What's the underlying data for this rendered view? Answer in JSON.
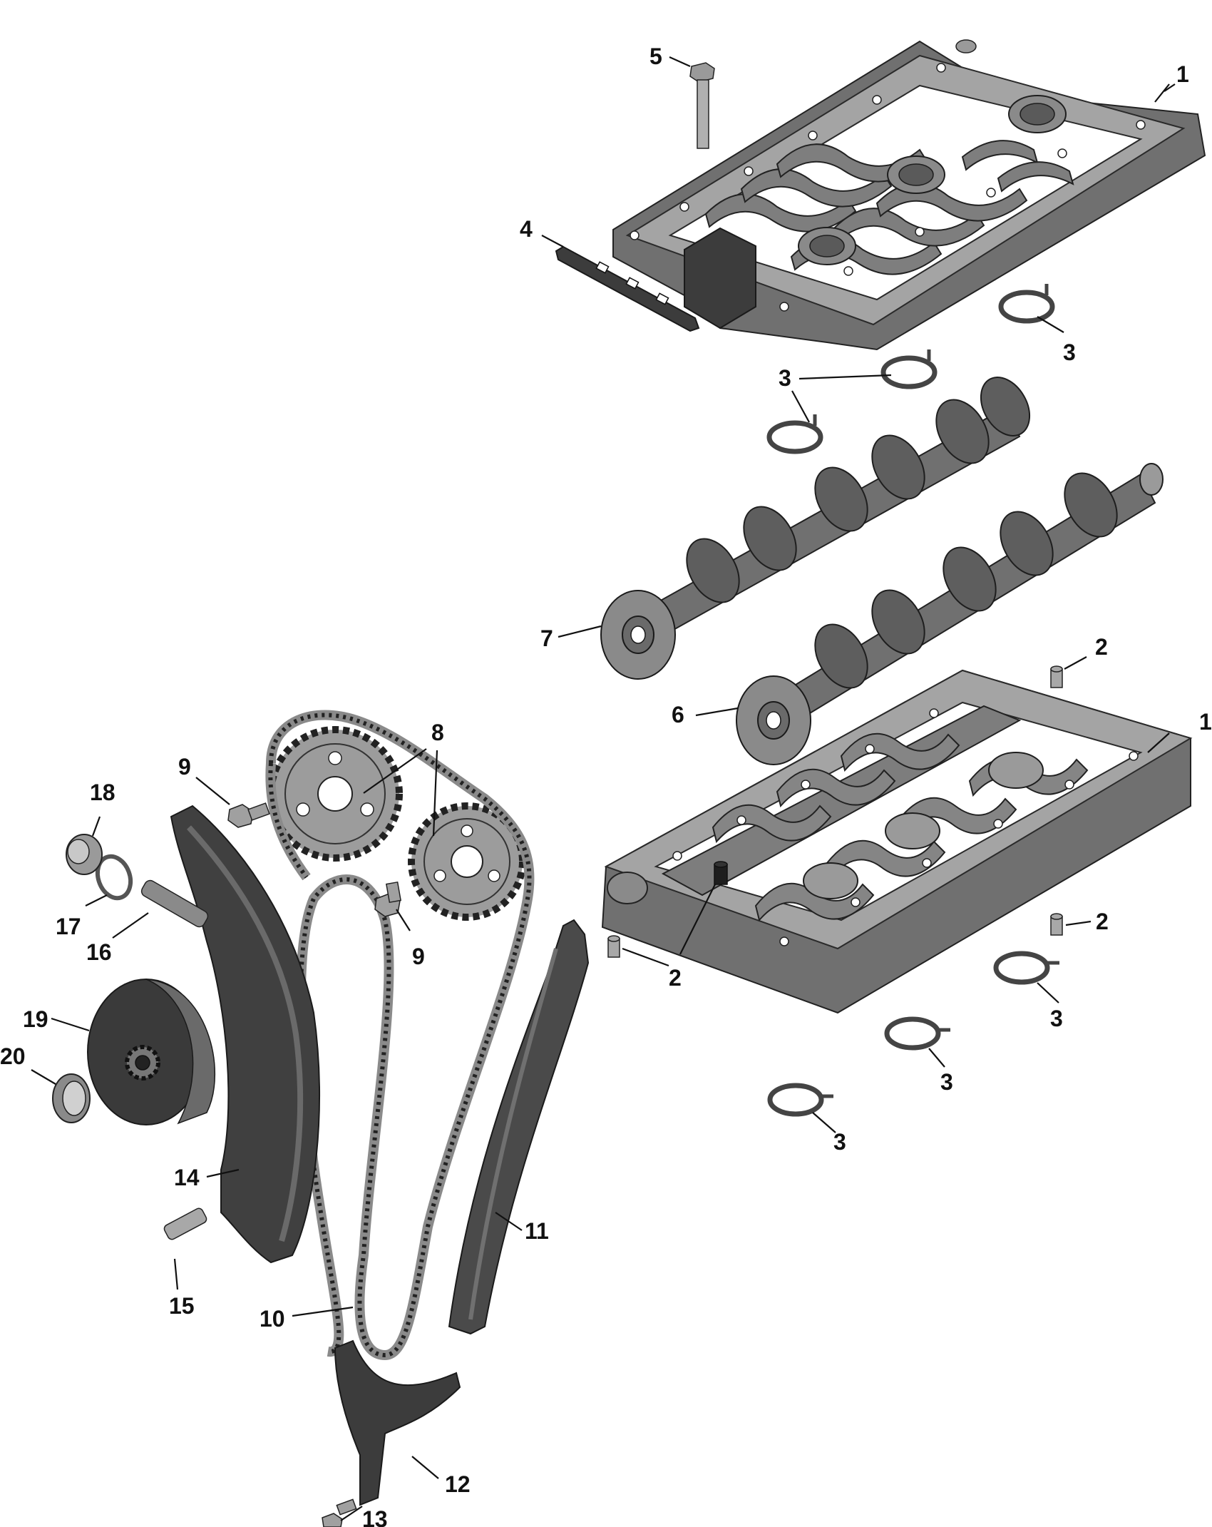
{
  "callouts": [
    {
      "id": "c1-top",
      "label": "1"
    },
    {
      "id": "c1-bottom",
      "label": "1"
    },
    {
      "id": "c2-a",
      "label": "2"
    },
    {
      "id": "c2-b",
      "label": "2"
    },
    {
      "id": "c2-c",
      "label": "2"
    },
    {
      "id": "c3-a",
      "label": "3"
    },
    {
      "id": "c3-b",
      "label": "3"
    },
    {
      "id": "c3-c",
      "label": "3"
    },
    {
      "id": "c3-d",
      "label": "3"
    },
    {
      "id": "c3-e",
      "label": "3"
    },
    {
      "id": "c4",
      "label": "4"
    },
    {
      "id": "c5",
      "label": "5"
    },
    {
      "id": "c6",
      "label": "6"
    },
    {
      "id": "c7",
      "label": "7"
    },
    {
      "id": "c8",
      "label": "8"
    },
    {
      "id": "c9-a",
      "label": "9"
    },
    {
      "id": "c9-b",
      "label": "9"
    },
    {
      "id": "c10",
      "label": "10"
    },
    {
      "id": "c11",
      "label": "11"
    },
    {
      "id": "c12",
      "label": "12"
    },
    {
      "id": "c13",
      "label": "13"
    },
    {
      "id": "c14",
      "label": "14"
    },
    {
      "id": "c15",
      "label": "15"
    },
    {
      "id": "c16",
      "label": "16"
    },
    {
      "id": "c17",
      "label": "17"
    },
    {
      "id": "c18",
      "label": "18"
    },
    {
      "id": "c19",
      "label": "19"
    },
    {
      "id": "c20",
      "label": "20"
    }
  ]
}
